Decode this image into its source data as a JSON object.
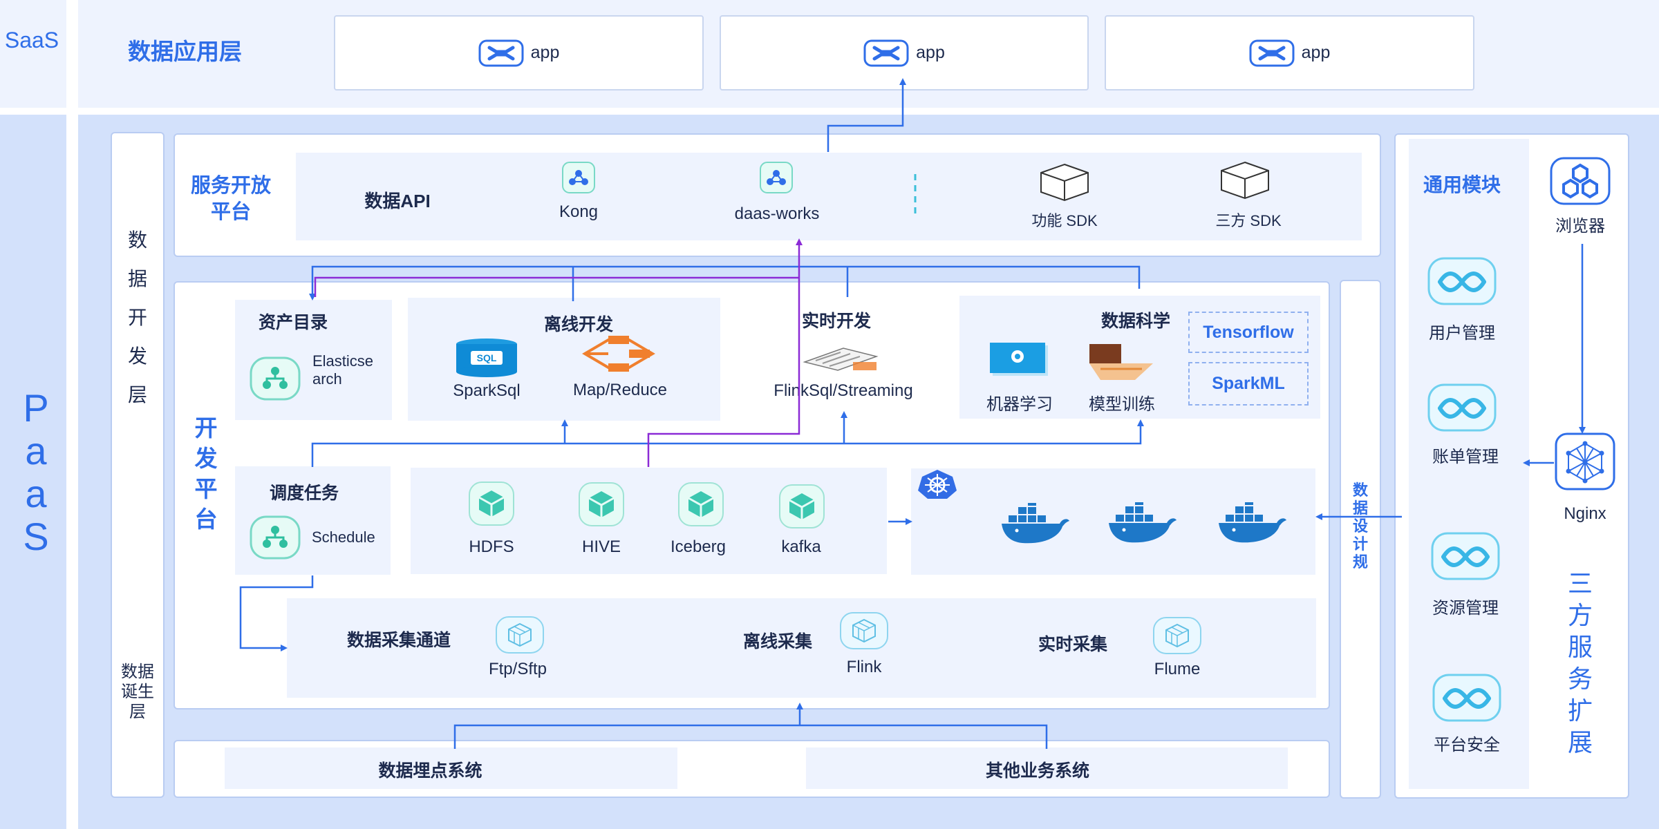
{
  "saas": {
    "label": "SaaS",
    "layer_title": "数据应用层",
    "apps": [
      "app",
      "app",
      "app"
    ]
  },
  "paas": {
    "label": "PaaS"
  },
  "left_column": {
    "dev_layer": "数据开发层",
    "birth_layer": "数据诞生层"
  },
  "service": {
    "title": "服务开放平台",
    "data_api": "数据API",
    "kong": "Kong",
    "daas": "daas-works",
    "func_sdk": "功能 SDK",
    "third_sdk": "三方 SDK"
  },
  "dev_platform": {
    "title": "开发平台",
    "asset": {
      "title": "资产目录",
      "item": "Elasticsearch"
    },
    "offline": {
      "title": "离线开发",
      "sparksql": "SparkSql",
      "mapreduce": "Map/Reduce"
    },
    "realtime": {
      "title": "实时开发",
      "item": "FlinkSql/Streaming"
    },
    "science": {
      "title": "数据科学",
      "ml": "机器学习",
      "train": "模型训练",
      "tensorflow": "Tensorflow",
      "sparkml": "SparkML"
    },
    "schedule": {
      "title": "调度任务",
      "item": "Schedule"
    },
    "storage": [
      "HDFS",
      "HIVE",
      "Iceberg",
      "kafka"
    ],
    "collect": {
      "title": "数据采集通道",
      "ftp": "Ftp/Sftp",
      "offline_title": "离线采集",
      "flink": "Flink",
      "realtime_title": "实时采集",
      "flume": "Flume"
    }
  },
  "source": {
    "tracking": "数据埋点系统",
    "other": "其他业务系统"
  },
  "design": {
    "label": "数据设计规"
  },
  "third_party": {
    "common": "通用模块",
    "browser": "浏览器",
    "nginx": "Nginx",
    "modules": [
      "用户管理",
      "账单管理",
      "资源管理",
      "平台安全"
    ],
    "title": "三方服务扩展"
  },
  "colors": {
    "accent": "#2f6ee8",
    "purple": "#8b2bd6",
    "teal": "#3cc7b0",
    "docker": "#1e78c8"
  }
}
